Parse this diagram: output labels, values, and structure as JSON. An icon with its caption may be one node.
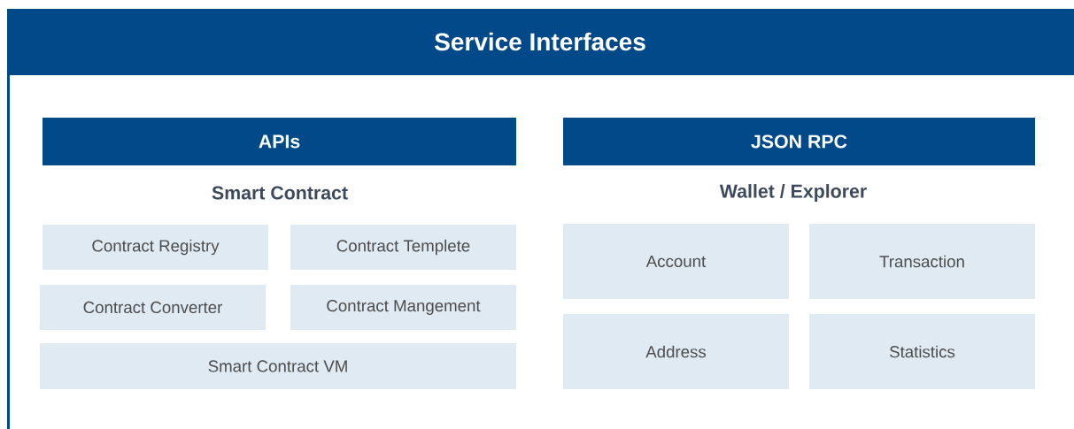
{
  "diagram": {
    "nodes": [
      {
        "text": [
          "Service Interfaces"
        ]
      },
      {
        "text": [
          "APIs"
        ],
        "in": 0
      },
      {
        "text": [
          "Contract Registry"
        ],
        "in": 0
      },
      {
        "text": [
          "Contract Templete"
        ],
        "in": 0
      },
      {
        "text": [
          "Contract Converter"
        ],
        "in": 0
      },
      {
        "text": [
          "Contract Mangement"
        ],
        "in": 0
      },
      {
        "text": [
          "Smart Contract VM"
        ],
        "in": 0
      },
      {
        "text": [
          "JSON RPC"
        ],
        "in": 0
      },
      {
        "text": [
          "Account"
        ],
        "in": 0
      },
      {
        "text": [
          "Transaction"
        ],
        "in": 0
      },
      {
        "text": [
          "Address"
        ],
        "in": 0
      },
      {
        "text": [
          "Statistics"
        ],
        "in": 0
      }
    ],
    "labels": [
      "Smart Contract",
      "Wallet / Explorer"
    ]
  }
}
